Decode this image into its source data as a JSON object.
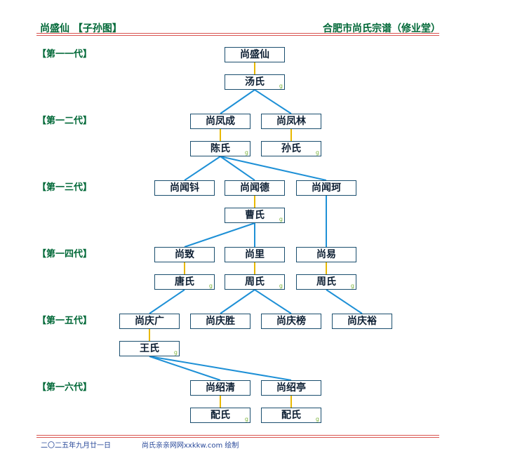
{
  "header": {
    "left": "尚盛仙 【子孙图】",
    "right": "合肥市尚氏宗谱（修业堂）"
  },
  "generations": [
    "【第一一代】",
    "【第一二代】",
    "【第一三代】",
    "【第一四代】",
    "【第一五代】",
    "【第一六代】"
  ],
  "spouse_mark": "g",
  "nodes": {
    "n1": "尚盛仙",
    "s1": "汤氏",
    "n2a": "尚凤成",
    "n2b": "尚凤林",
    "s2a": "陈氏",
    "s2b": "孙氏",
    "n3a": "尚闻钭",
    "n3b": "尚闻德",
    "n3c": "尚闻珂",
    "s3b": "曹氏",
    "n4a": "尚致",
    "n4b": "尚里",
    "n4c": "尚易",
    "s4a": "唐氏",
    "s4b": "周氏",
    "s4c": "周氏",
    "n5a": "尚庆广",
    "n5b": "尚庆胜",
    "n5c": "尚庆榜",
    "n5d": "尚庆裕",
    "s5a": "王氏",
    "n6a": "尚绍清",
    "n6b": "尚绍亭",
    "s6a": "配氏",
    "s6b": "配氏"
  },
  "footer": {
    "date": "二〇二五年九月廿一日",
    "credit": "尚氏亲亲网网xxkkw.com 绘制"
  },
  "colors": {
    "title_green": "#006837",
    "rule_red": "#d9534f",
    "node_border": "#1a4e6e",
    "spouse_link": "#e8b800",
    "child_link": "#1e90d6",
    "footer_text": "#2a4a9a"
  }
}
